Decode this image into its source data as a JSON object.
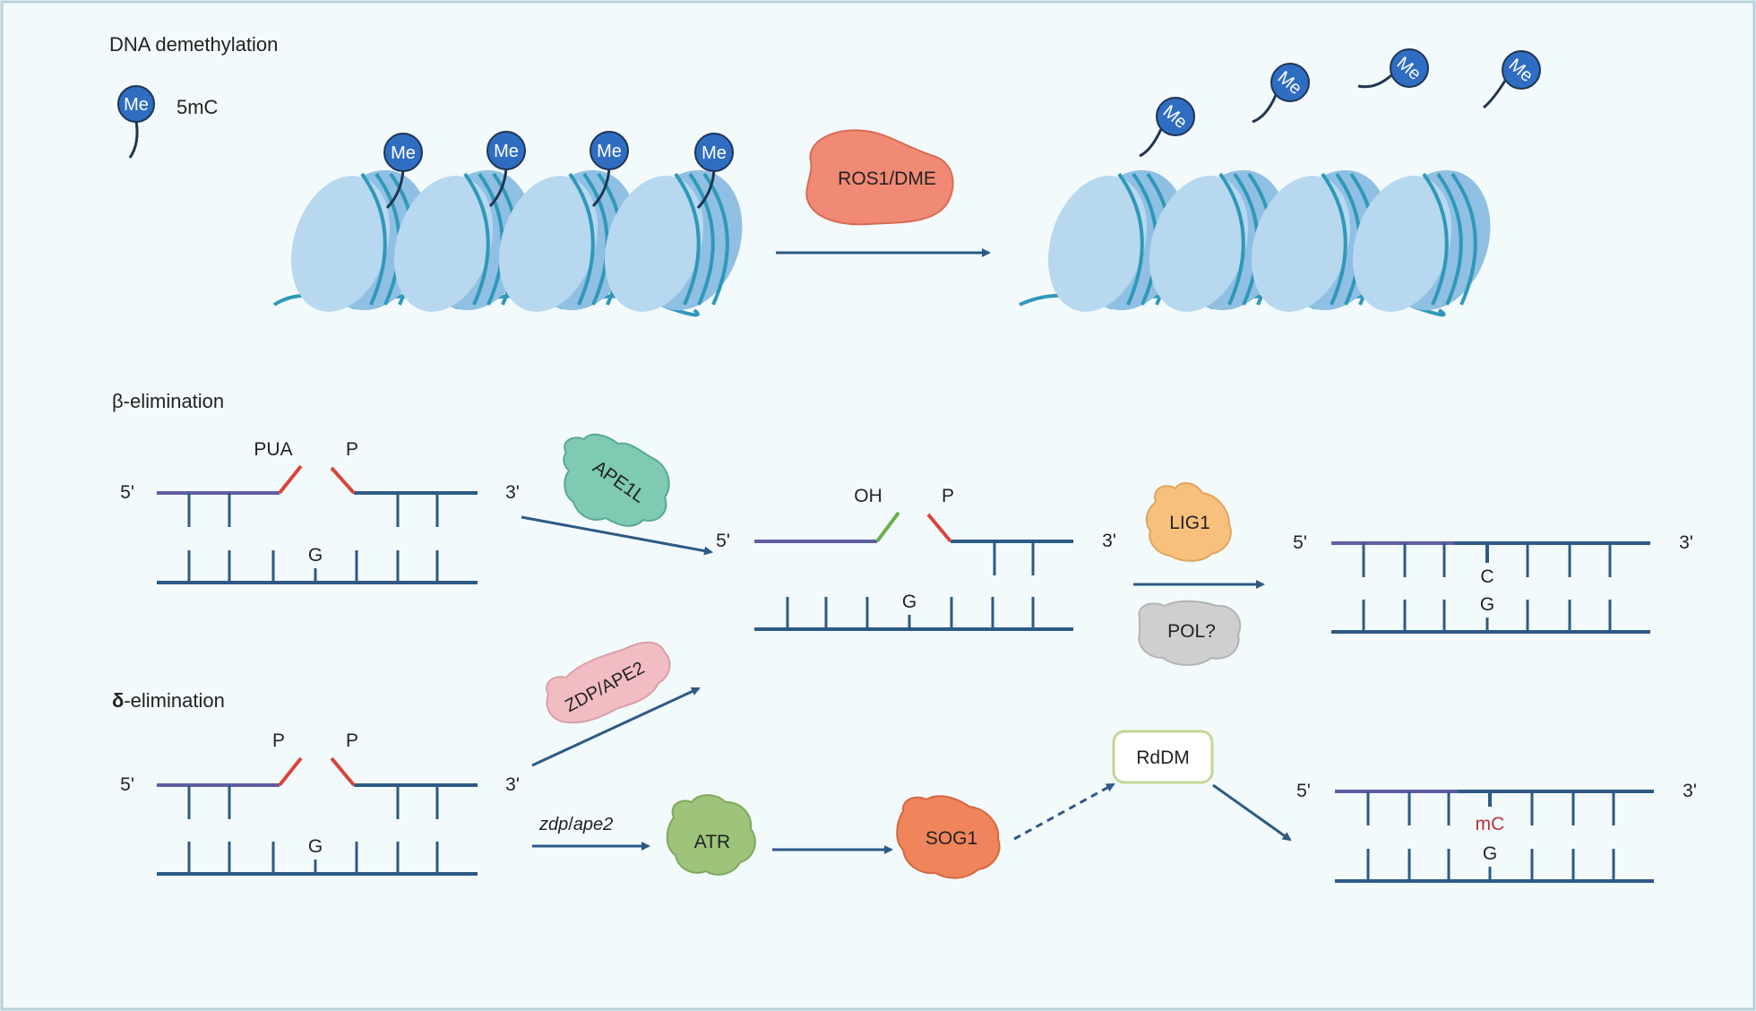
{
  "sections": {
    "demethylation": "DNA demethylation",
    "beta": "β-elimination",
    "delta_bold": "δ",
    "delta_rest": "-elimination"
  },
  "legend": {
    "me": "Me",
    "label": "5mC"
  },
  "me_label": "Me",
  "enzymes": {
    "ros1": "ROS1/DME",
    "ape1l": "APE1L",
    "lig1": "LIG1",
    "pol": "POL?",
    "zdp": "ZDP/APE2",
    "atr": "ATR",
    "sog1": "SOG1"
  },
  "rddm": "RdDM",
  "mutant": {
    "zdp": "zdp",
    "slash": "/",
    "ape2": "ape2"
  },
  "ends": {
    "five": "5'",
    "three": "3'"
  },
  "labels": {
    "pua": "PUA",
    "p": "P",
    "oh": "OH",
    "g": "G",
    "c": "C",
    "mc": "mC"
  },
  "colors": {
    "background": "#f3fafc",
    "frame": "#b8d2dc",
    "dna": "#2d5a85",
    "strand_purple": "#5e5fa3",
    "nucleosome": "#b7d8ef",
    "nucleosome_side": "#8fc0e3",
    "wrap": "#2f98b8",
    "me_ball": "#2f6dc3",
    "cut_red": "#d9453a",
    "oh_green": "#6ab04c",
    "mc_red": "#b8323a",
    "ros1": "#f08a74",
    "ape1l": "#7ecab3",
    "lig1": "#f8c07c",
    "pol": "#cfcfcf",
    "zdp": "#f1bcc2",
    "atr": "#9dc47a",
    "sog1": "#f0845a",
    "rddm_border": "#c4d694"
  }
}
